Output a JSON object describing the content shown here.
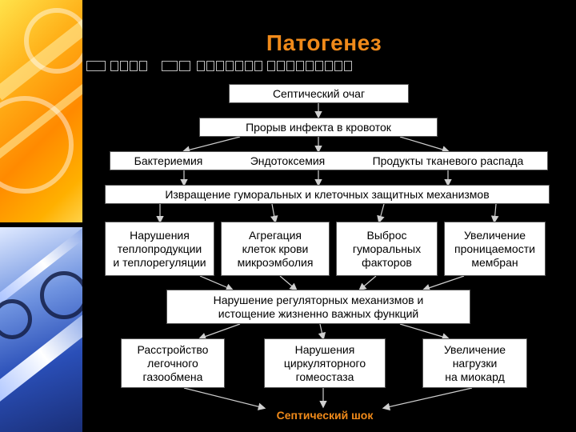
{
  "title": "Патогенез",
  "nodes": {
    "focus": "Септический очаг",
    "breakthrough": "Прорыв инфекта в кровоток",
    "bacteremia": "Бактериемия",
    "endotoxemia": "Эндотоксемия",
    "decay_products": "Продукты тканевого распада",
    "perversion": "Извращение гуморальных и клеточных защитных механизмов",
    "thermo": [
      "Нарушения",
      "теплопродукции",
      "и теплорегуляции"
    ],
    "aggregation": [
      "Агрегация",
      "клеток крови",
      "микроэмболия"
    ],
    "release": [
      "Выброс",
      "гуморальных",
      "факторов"
    ],
    "permeability": [
      "Увеличение",
      "проницаемости",
      "мембран"
    ],
    "regulatory": [
      "Нарушение регуляторных механизмов и",
      "истощение жизненно важных функций"
    ],
    "gas_exchange": [
      "Расстройство",
      "легочного",
      "газообмена"
    ],
    "circulatory": [
      "Нарушения",
      "циркуляторного",
      "гомеостаза"
    ],
    "myocardium": [
      "Увеличение",
      "нагрузки",
      "на миокард"
    ]
  },
  "outcome": "Септический шок",
  "colors": {
    "accent": "#f08a1a",
    "background": "#000000",
    "box": "#ffffff"
  }
}
